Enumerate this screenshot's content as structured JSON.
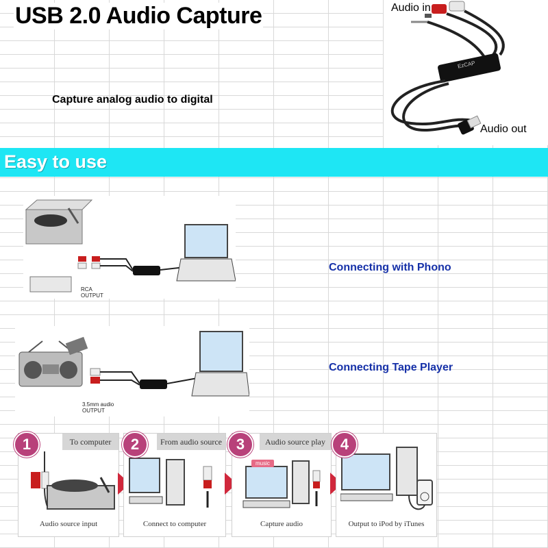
{
  "header": {
    "title": "USB 2.0 Audio Capture",
    "subtitle": "Capture analog audio to digital"
  },
  "product": {
    "audio_in_label": "Audio in",
    "audio_out_label": "Audio out",
    "device_logo": "EzCAP"
  },
  "banner": {
    "text": "Easy to use",
    "color": "#1ee6f4"
  },
  "connections": [
    {
      "label": "Connecting with Phono",
      "device_caption_1": "RCA",
      "device_caption_2": "OUTPUT"
    },
    {
      "label": "Connecting Tape Player",
      "device_caption_1": "3.5mm audio",
      "device_caption_2": "OUTPUT"
    }
  ],
  "steps": [
    {
      "number": "1",
      "header": "To computer",
      "footer": "Audio source input"
    },
    {
      "number": "2",
      "header": "From audio source",
      "footer": "Connect to computer"
    },
    {
      "number": "3",
      "header": "Audio source play",
      "footer": "Capture audio",
      "badge": "music"
    },
    {
      "number": "4",
      "header": "",
      "footer": "Output to iPod by iTunes"
    }
  ],
  "colors": {
    "link_blue": "#1530a8",
    "step_badge": "#b8417a",
    "arrow_red": "#d0283c"
  }
}
